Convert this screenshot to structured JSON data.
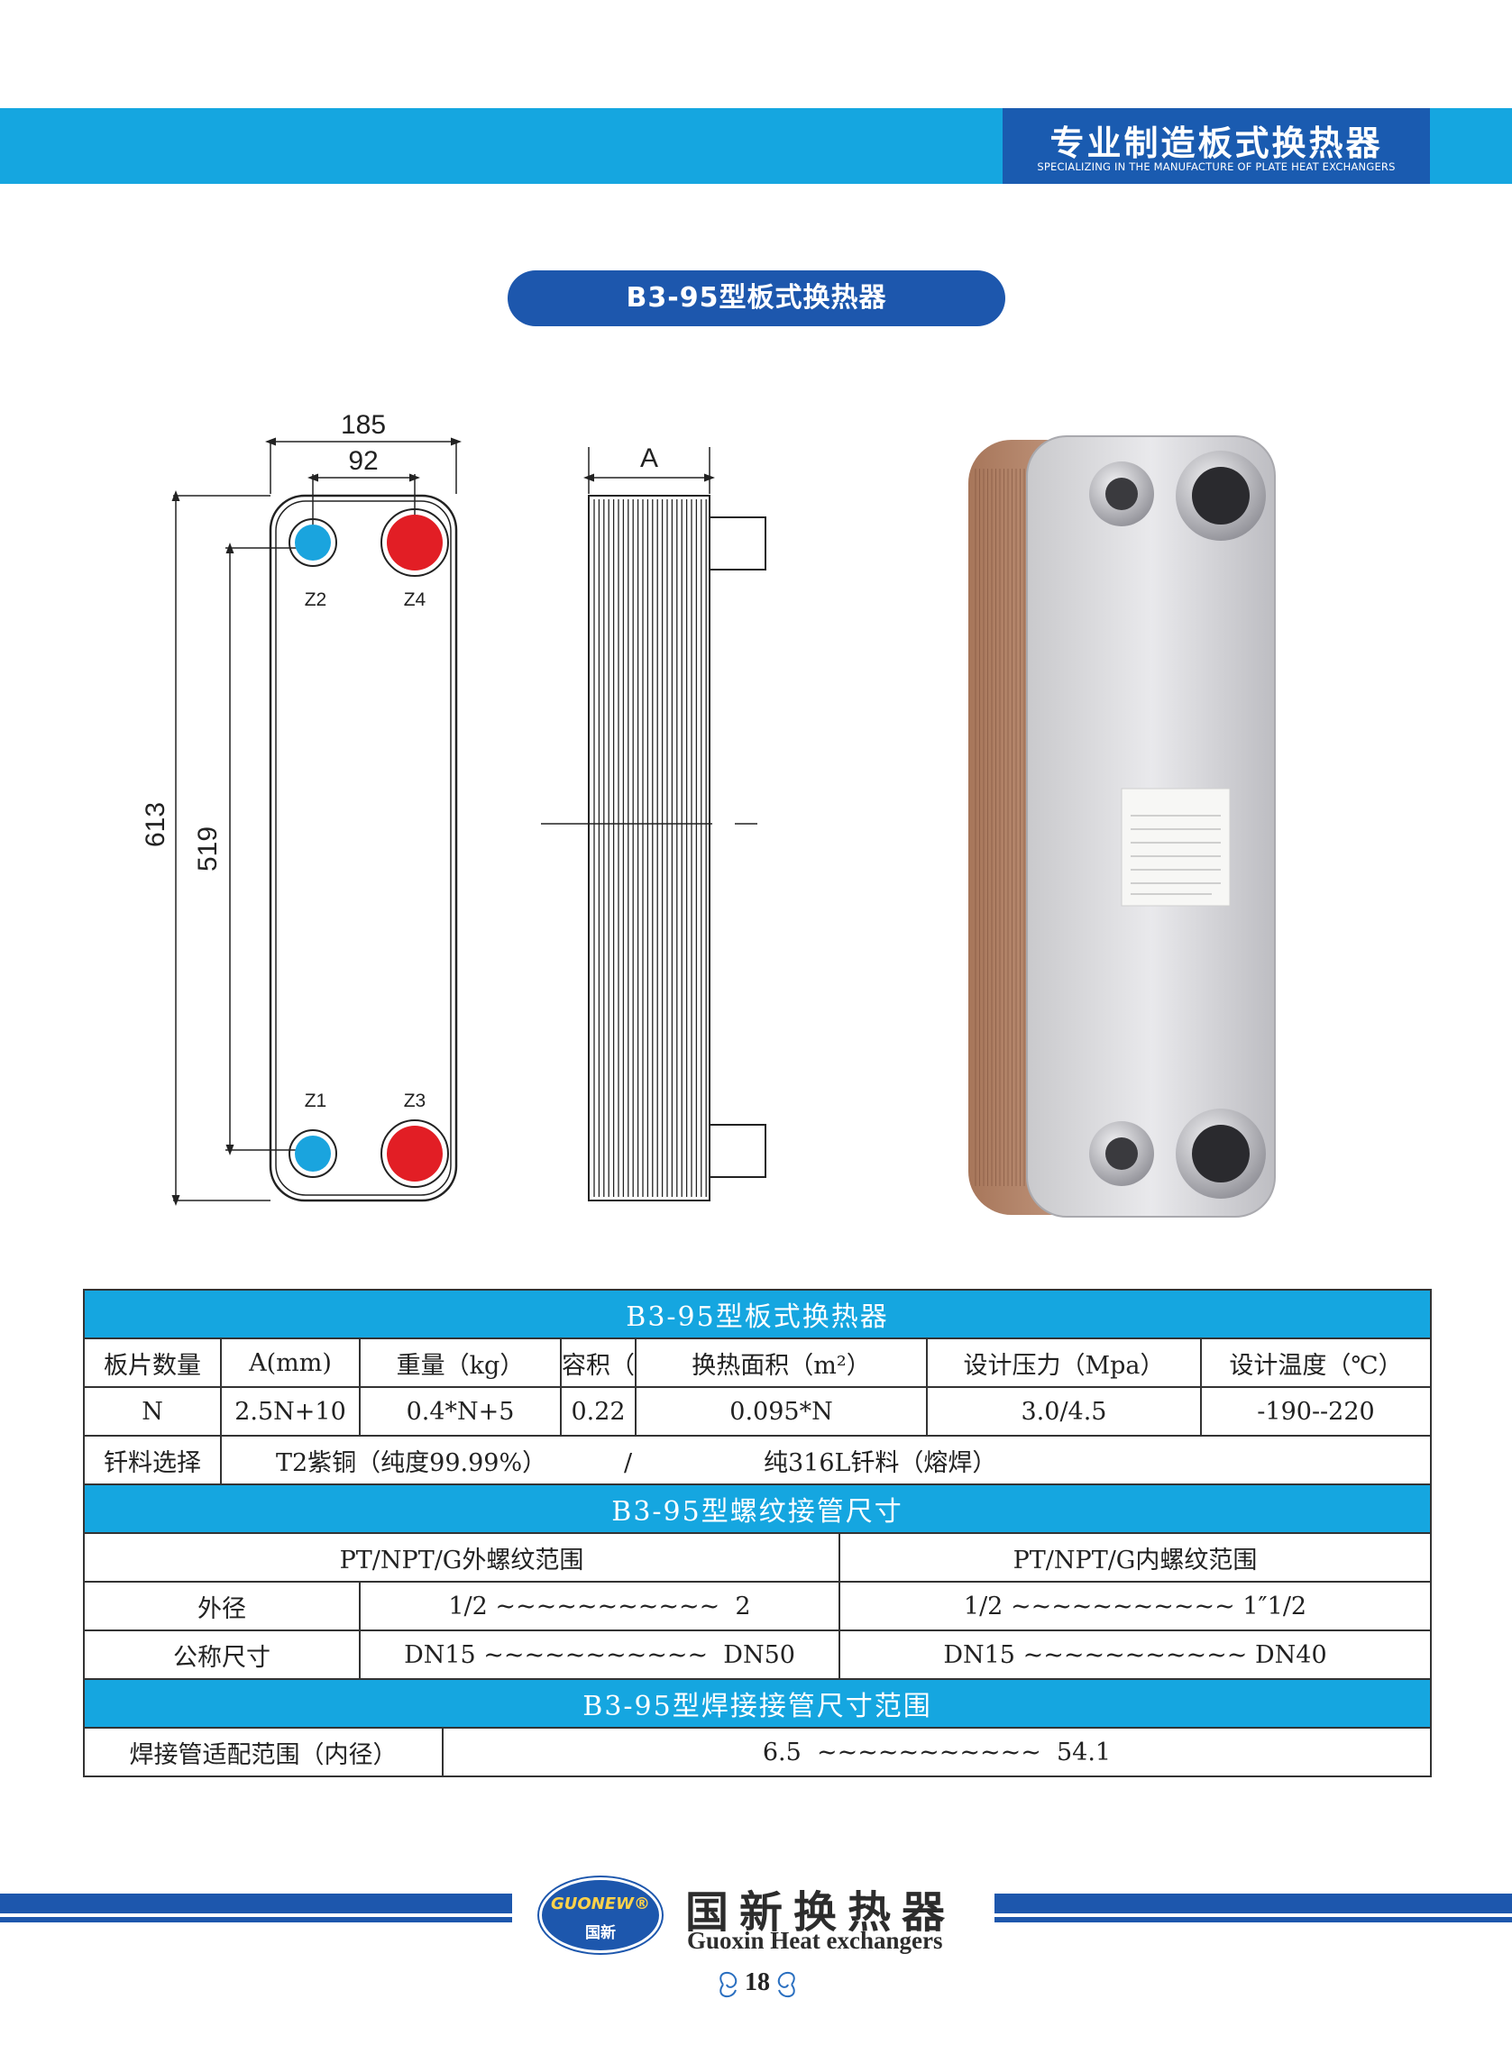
{
  "header": {
    "title": "专业制造板式换热器",
    "subtitle": "SPECIALIZING IN THE MANUFACTURE OF PLATE HEAT EXCHANGERS"
  },
  "product_title": "B3-95型板式换热器",
  "drawing": {
    "dim_width": "185",
    "dim_port_spacing": "92",
    "dim_height": "613",
    "dim_port_height": "519",
    "dim_thickness": "A",
    "ports": [
      "Z2",
      "Z4",
      "Z1",
      "Z3"
    ]
  },
  "spec_table": {
    "title": "B3-95型板式换热器",
    "headers": [
      "板片数量",
      "A(mm)",
      "重量（kg）",
      "容积（L）",
      "换热面积（m²）",
      "设计压力（Mpa）",
      "设计温度（℃）"
    ],
    "values": [
      "N",
      "2.5N+10",
      "0.4*N+5",
      "0.22",
      "0.095*N",
      "3.0/4.5",
      "-190--220"
    ],
    "solder_label": "钎料选择",
    "solder_value": "T2紫铜（纯度99.99%）          /                 纯316L钎料（熔焊）",
    "thread_title": "B3-95型螺纹接管尺寸",
    "thread_outer_header": "PT/NPT/G外螺纹范围",
    "thread_inner_header": "PT/NPT/G内螺纹范围",
    "od_label": "外径",
    "od_outer": "1/2 ~~~~~~~~~~~  2",
    "od_inner": "1/2 ~~~~~~~~~~~ 1″1/2",
    "dn_label": "公称尺寸",
    "dn_outer": "DN15 ~~~~~~~~~~~  DN50",
    "dn_inner": "DN15 ~~~~~~~~~~~ DN40",
    "weld_title": "B3-95型焊接接管尺寸范围",
    "weld_label": "焊接管适配范围（内径）",
    "weld_value": "6.5  ~~~~~~~~~~~  54.1"
  },
  "footer": {
    "logo_en": "GUONEW®",
    "logo_cn": "国新",
    "brand_cn": "国新换热器",
    "brand_en": "Guoxin Heat exchangers",
    "page_number": "18"
  }
}
